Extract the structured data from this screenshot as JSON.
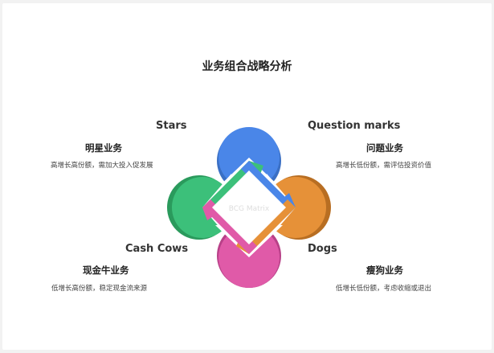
{
  "title": "业务组合战略分析",
  "center_label": "BCG Matrix",
  "quadrants": {
    "stars": {
      "en": "Stars",
      "cn": "明星业务",
      "desc": "高增长高份额，需加大投入促发展",
      "color": "#4a86e8"
    },
    "question_marks": {
      "en": "Question marks",
      "cn": "问题业务",
      "desc": "高增长低份额，需评估投资价值",
      "color": "#e69138"
    },
    "cash_cows": {
      "en": "Cash Cows",
      "cn": "现金牛业务",
      "desc": "低增长高份额，稳定现金流来源",
      "color": "#3cc07a"
    },
    "dogs": {
      "en": "Dogs",
      "cn": "瘦狗业务",
      "desc": "低增长低份额，考虑收缩或退出",
      "color": "#e05aa8"
    }
  }
}
